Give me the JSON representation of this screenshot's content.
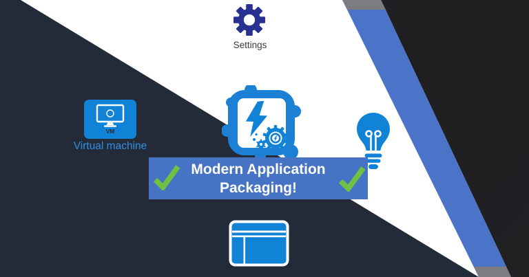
{
  "title_banner": {
    "line1": "Modern Application",
    "line2": "Packaging!"
  },
  "labels": {
    "settings": "Settings",
    "virtual_machine": "Virtual machine",
    "vm_badge": "VM"
  },
  "icons": {
    "gear": "settings-gear-icon",
    "vm": "virtual-machine-icon",
    "app": "app-package-bolt-gear-icon",
    "bulb": "lightbulb-icon",
    "browser": "browser-window-icon",
    "check": "checkmark-icon"
  },
  "colors": {
    "azure": "#1183D6",
    "blob_azure": "#1C80D4",
    "indigo_gear": "#283191",
    "banner_blue": "#4673C4",
    "stripe_blue": "#4B73C8",
    "stripe_cap_gray": "#7D7D81",
    "dark_navy": "#232B39",
    "near_black": "#212124",
    "check_green": "#71C044",
    "settings_text": "#3A3A44",
    "vm_label_blue": "#2F8FE0",
    "background_white": "#FFFFFF"
  }
}
